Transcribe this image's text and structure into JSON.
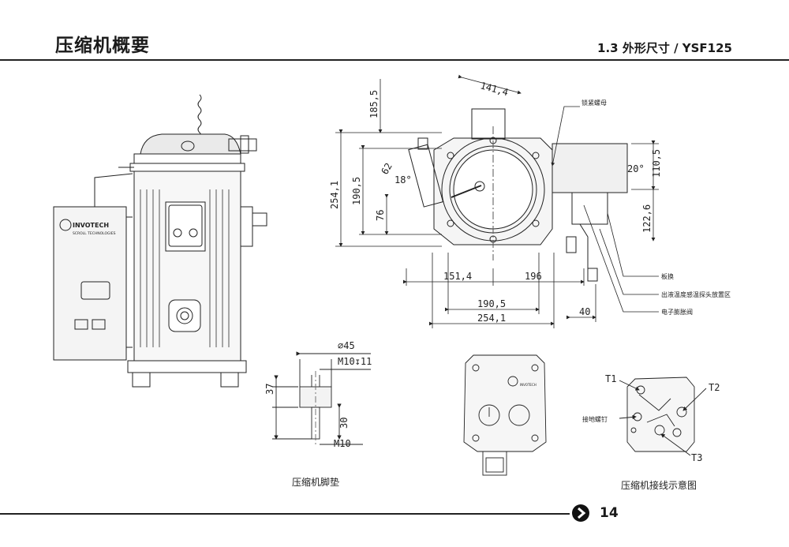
{
  "header": {
    "title": "压缩机概要",
    "section": "1.3 外形尺寸 / YSF125"
  },
  "brand": {
    "name": "INVOTECH",
    "subtitle": "SCROLL TECHNOLOGIES"
  },
  "dimensions_top": {
    "d_141_4": "141,4",
    "d_185_5": "185,5",
    "d_254_1_v": "254,1",
    "d_190_5_v": "190,5",
    "d_76": "76",
    "d_62": "62",
    "d_18": "18°",
    "d_20": "20°",
    "d_110_5": "110,5",
    "d_122_6": "122,6",
    "d_151_4": "151,4",
    "d_196": "196",
    "d_190_5_h": "190,5",
    "d_254_1_h": "254,1",
    "d_40": "40"
  },
  "annotations": {
    "lock_nut": "锁紧螺母",
    "plate": "板换",
    "sensor_zone": "出液温度感温探头放置区",
    "exv": "电子膨胀阀",
    "ground_screw": "接地螺钉"
  },
  "foot_pad": {
    "d45": "⌀45",
    "m10_depth": "M10↧11",
    "h37": "37",
    "h30": "30",
    "m10": "M10",
    "caption": "压缩机脚垫"
  },
  "wiring": {
    "t1": "T1",
    "t2": "T2",
    "t3": "T3",
    "caption": "压缩机接线示意图"
  },
  "footer": {
    "page": "14"
  }
}
